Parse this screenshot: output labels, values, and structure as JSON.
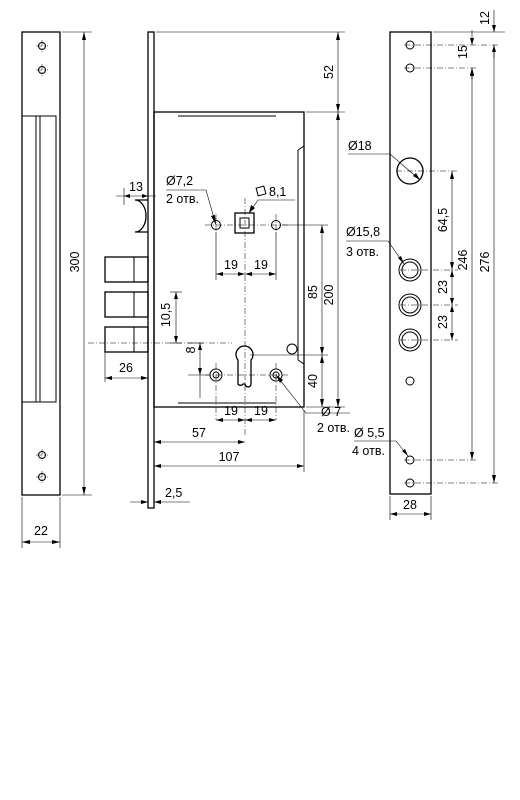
{
  "drawing": {
    "faceplate_width": "22",
    "faceplate_height": "300",
    "bolt_width": "13",
    "bolt_pitch": "10,5",
    "lower_offset": "8",
    "bolt_throw": "26",
    "hole_diameter_1": "Ø7,2",
    "hole_count_1": "2 отв.",
    "spindle_square": "8,1",
    "spacing_19": "19",
    "backset": "57",
    "case_depth": "107",
    "plate_thickness": "2,5",
    "hole_diameter_2": "Ø 7",
    "hole_count_2": "2 отв.",
    "top_offset": "52",
    "center_distance": "85",
    "case_height": "200",
    "bottom_offset": "40",
    "strike_top": "12",
    "strike_pitch": "15",
    "strike_big_hole": "Ø18",
    "strike_bolt_hole": "Ø15,8",
    "strike_bolt_count": "3 отв.",
    "strike_dist_1": "64,5",
    "strike_dist_2": "246",
    "strike_total": "276",
    "strike_step": "23",
    "strike_screw_hole": "Ø 5,5",
    "strike_screw_count": "4 отв.",
    "strike_width": "28"
  }
}
